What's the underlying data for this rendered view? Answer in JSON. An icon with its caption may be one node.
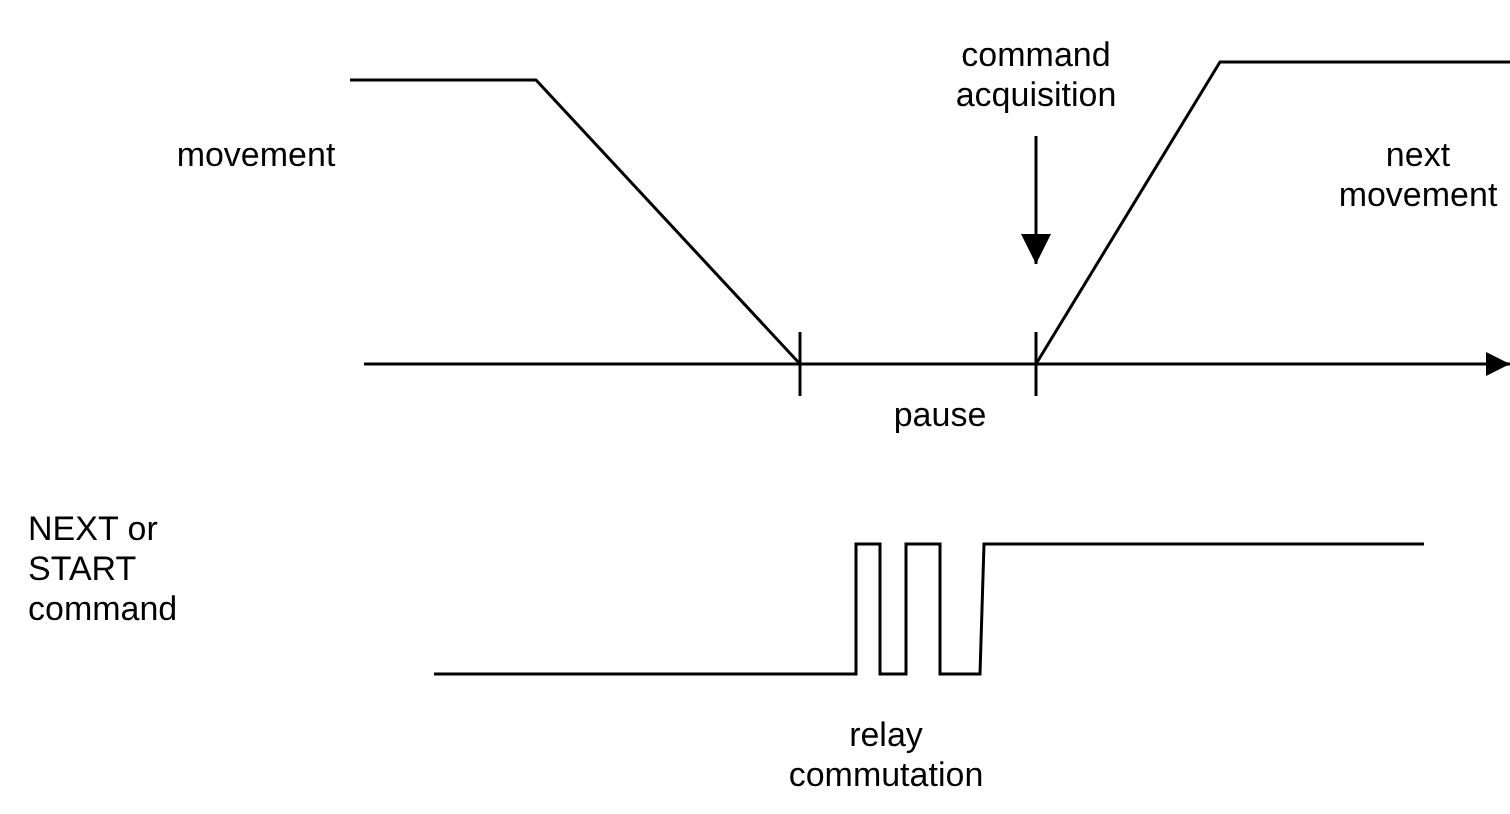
{
  "diagram": {
    "nodes": [
      {
        "text": [
          "command acquisition"
        ]
      },
      {
        "text": [],
        "shape": "bar"
      }
    ],
    "edges": [
      {
        "from": 0,
        "to": 1,
        "arrow": "to"
      }
    ],
    "labels": [
      "movement",
      "next movement",
      "pause",
      "NEXT or START command",
      "relay commutation"
    ]
  }
}
